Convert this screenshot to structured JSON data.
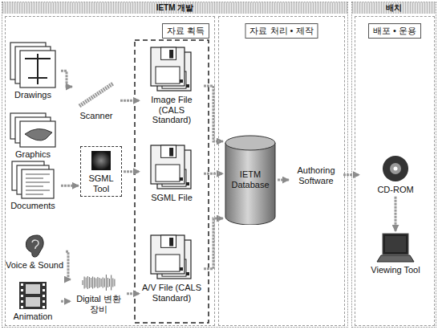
{
  "diagram": {
    "nodes": [
      {
        "text": [
          "IETM 개발"
        ]
      },
      {
        "text": [
          "배치"
        ]
      },
      {
        "text": [
          "자료 획득"
        ],
        "in": 0
      },
      {
        "text": [
          "자료 처리 • 제작"
        ],
        "in": 0
      },
      {
        "text": [
          "배포 • 운용"
        ],
        "in": 1
      },
      {
        "text": [
          "Drawings"
        ],
        "in": 2
      },
      {
        "text": [
          "Graphics"
        ],
        "in": 2
      },
      {
        "text": [
          "Documents"
        ],
        "in": 2
      },
      {
        "text": [
          "Voice & Sound"
        ],
        "in": 2
      },
      {
        "text": [
          "Animation"
        ],
        "in": 2
      },
      {
        "text": [
          "Scanner"
        ],
        "in": 2
      },
      {
        "text": [
          "SGML Tool"
        ],
        "in": 2
      },
      {
        "text": [
          "Digital 변환장비"
        ],
        "in": 2
      },
      {
        "text": [
          "Image File (CALS Standard)"
        ],
        "in": 2
      },
      {
        "text": [
          "SGML File"
        ],
        "in": 2
      },
      {
        "text": [
          "A/V File (CALS Standard)"
        ],
        "in": 2
      },
      {
        "text": [
          "IETM Database"
        ],
        "in": 3
      },
      {
        "text": [
          "Authoring Software"
        ],
        "in": 3
      },
      {
        "text": [
          "CD-ROM"
        ],
        "in": 4
      },
      {
        "text": [
          "Viewing Tool"
        ],
        "in": 4
      }
    ],
    "edges": [
      {
        "from": 5,
        "to": 10,
        "arrow": "to"
      },
      {
        "from": 10,
        "to": 13,
        "arrow": "to"
      },
      {
        "from": 7,
        "to": 11,
        "arrow": "to"
      },
      {
        "from": 11,
        "to": 14,
        "arrow": "to"
      },
      {
        "from": 8,
        "to": 12,
        "arrow": "to"
      },
      {
        "from": 9,
        "to": 12,
        "arrow": "to"
      },
      {
        "from": 12,
        "to": 15,
        "arrow": "to"
      },
      {
        "from": 13,
        "to": 16,
        "arrow": "to"
      },
      {
        "from": 14,
        "to": 16,
        "arrow": "to"
      },
      {
        "from": 15,
        "to": 16,
        "arrow": "to"
      },
      {
        "from": 16,
        "to": 17,
        "arrow": "to"
      },
      {
        "from": 17,
        "to": 18,
        "arrow": "to"
      },
      {
        "from": 18,
        "to": 19,
        "arrow": "to"
      }
    ]
  }
}
